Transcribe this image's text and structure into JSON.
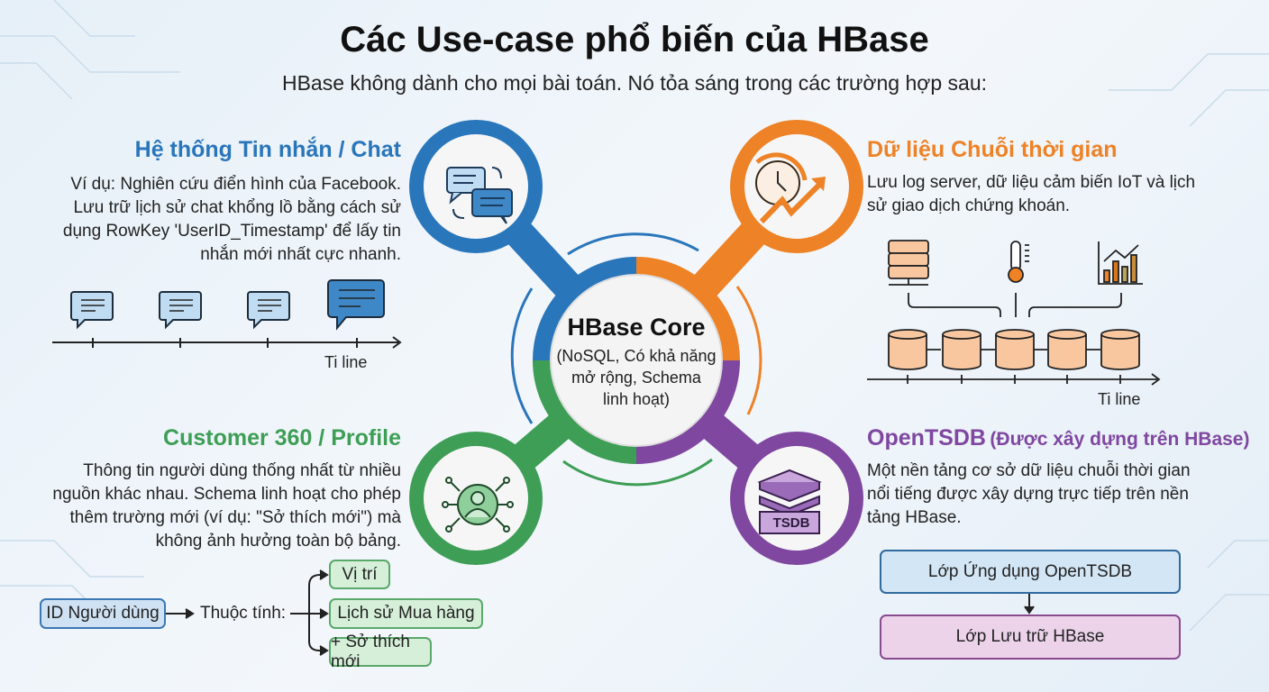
{
  "header": {
    "title": "Các Use-case phổ biến của HBase",
    "subtitle": "HBase không dành cho mọi bài toán. Nó tỏa sáng trong các trường hợp sau:"
  },
  "core": {
    "title": "HBase Core",
    "desc_lines": [
      "(NoSQL, Có khả năng",
      "mở rộng, Schema",
      "linh hoạt)"
    ]
  },
  "chat": {
    "title": "Hệ thống Tin nhắn / Chat",
    "lines": [
      "Ví dụ: Nghiên cứu điển hình của Facebook.",
      "Lưu trữ lịch sử chat khổng lồ bằng cách sử",
      "dụng RowKey 'UserID_Timestamp' để lấy tin",
      "nhắn mới nhất cực nhanh."
    ],
    "timeline_label": "Ti line"
  },
  "timeseries": {
    "title": "Dữ liệu Chuỗi thời gian",
    "lines": [
      "Lưu log server, dữ liệu cảm biến IoT và lịch",
      "sử giao dịch chứng khoán."
    ],
    "timeline_label": "Ti line"
  },
  "customer": {
    "title": "Customer 360 / Profile",
    "lines": [
      "Thông tin người dùng thống nhất từ nhiều",
      "nguồn khác nhau. Schema linh hoạt cho phép",
      "thêm trường mới (ví dụ: \"Sở thích mới\") mà",
      "không ảnh hưởng toàn bộ bảng."
    ],
    "id_box": "ID Người dùng",
    "attr_label": "Thuộc tính:",
    "attributes": [
      "Vị trí",
      "Lịch sử Mua hàng",
      "+ Sở thích mới"
    ]
  },
  "opentsdb": {
    "title": "OpenTSDB",
    "title_suffix": "(Được xây dựng trên HBase)",
    "lines": [
      "Một nền tảng cơ sở dữ liệu chuỗi thời gian",
      "nổi tiếng được xây dựng trực tiếp trên nền",
      "tảng HBase."
    ],
    "layers": [
      "Lớp Ứng dụng OpenTSDB",
      "Lớp Lưu trữ HBase"
    ],
    "icon_label": "TSDB"
  },
  "colors": {
    "blue": "#2a76bb",
    "orange": "#ee8226",
    "green": "#3e9e55",
    "purple": "#7f47a0"
  }
}
